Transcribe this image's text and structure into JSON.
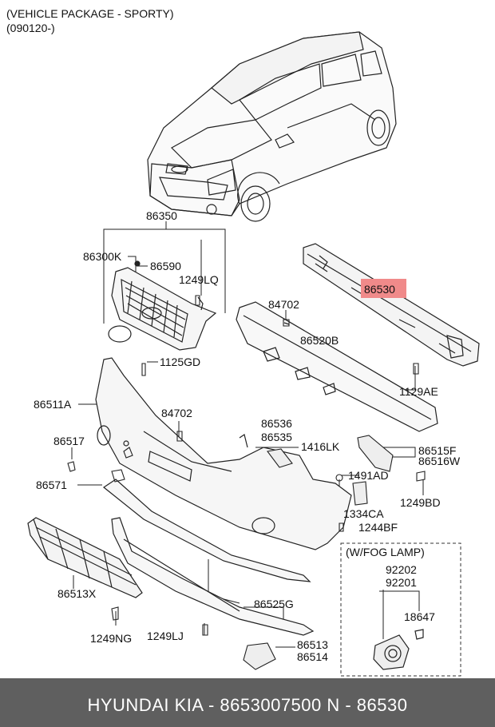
{
  "header": {
    "line1": "(VEHICLE PACKAGE - SPORTY)",
    "line2": "(090120-)"
  },
  "labels": {
    "p86350": "86350",
    "p86300K": "86300K",
    "p86590": "86590",
    "p1249LQ": "1249LQ",
    "p86530": "86530",
    "p84702a": "84702",
    "p86520B": "86520B",
    "p1129AE": "1129AE",
    "p1125GD": "1125GD",
    "p86511A": "86511A",
    "p84702b": "84702",
    "p86536": "86536",
    "p86535": "86535",
    "p1416LK": "1416LK",
    "p86515F": "86515F",
    "p86516W": "86516W",
    "p86517": "86517",
    "p86571": "86571",
    "p1491AD": "1491AD",
    "p1249BD": "1249BD",
    "p1334CA": "1334CA",
    "p1244BF": "1244BF",
    "p86513X": "86513X",
    "p92202": "92202",
    "p92201": "92201",
    "p18647": "18647",
    "p86525G": "86525G",
    "p1249NG": "1249NG",
    "p1249LJ": "1249LJ",
    "p86513": "86513",
    "p86514": "86514"
  },
  "fog_box": {
    "title": "(W/FOG LAMP)"
  },
  "highlight": {
    "part": "86530",
    "color": "#f08a8a"
  },
  "footer": {
    "text": "HYUNDAI  KIA - 8653007500     N - 86530",
    "bg_color": "#5f5f5f"
  }
}
